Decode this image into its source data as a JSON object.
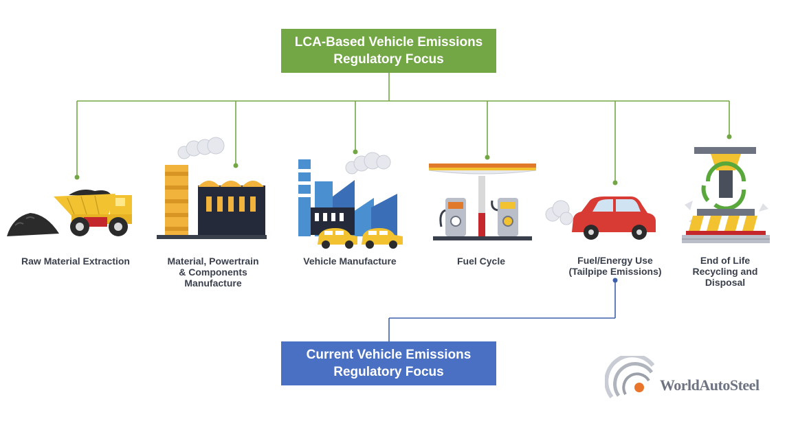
{
  "lca_box": {
    "line1": "LCA-Based Vehicle Emissions",
    "line2": "Regulatory Focus"
  },
  "current_box": {
    "line1": "Current Vehicle Emissions",
    "line2": "Regulatory Focus"
  },
  "stages": [
    {
      "lines": [
        "Raw Material Extraction"
      ],
      "icon": "mining-truck-icon"
    },
    {
      "lines": [
        "Material, Powertrain",
        "& Components",
        "Manufacture"
      ],
      "icon": "factory-icon"
    },
    {
      "lines": [
        "Vehicle Manufacture"
      ],
      "icon": "car-factory-icon"
    },
    {
      "lines": [
        "Fuel Cycle"
      ],
      "icon": "fuel-station-icon"
    },
    {
      "lines": [
        "Fuel/Energy Use",
        "(Tailpipe Emissions)"
      ],
      "icon": "car-exhaust-icon"
    },
    {
      "lines": [
        "End of Life",
        "Recycling and",
        "Disposal"
      ],
      "icon": "car-crusher-icon"
    }
  ],
  "logo": {
    "text": "WorldAutoSteel"
  },
  "colors": {
    "lca_green": "#73a644",
    "current_blue": "#4a70c4",
    "connector_blue": "#3b5fa8"
  }
}
